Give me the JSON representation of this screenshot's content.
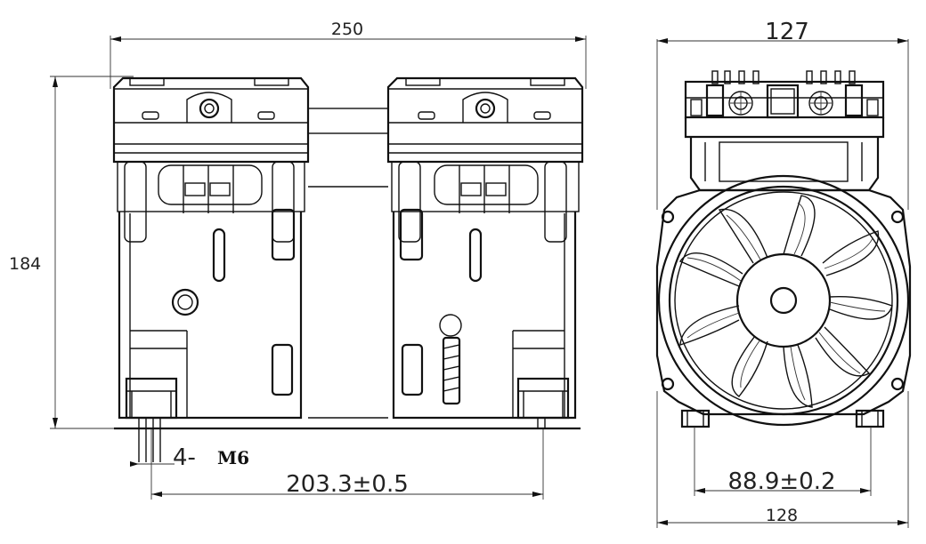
{
  "dimensions": {
    "front_width": "250",
    "front_height": "184",
    "mount_spacing": "203.3±0.5",
    "thread_prefix": "4-",
    "thread_size": "M6",
    "side_top_width": "127",
    "side_mount_spacing": "88.9±0.2",
    "side_base_width": "128"
  }
}
